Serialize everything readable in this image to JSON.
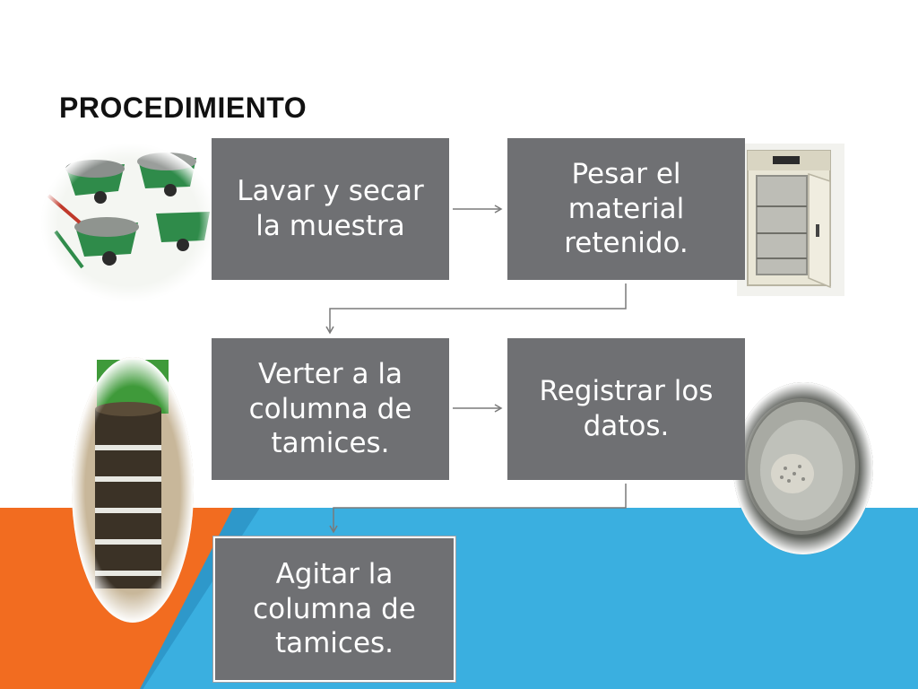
{
  "slide": {
    "title": "PROCEDIMIENTO",
    "steps": [
      {
        "text": "Lavar y secar la muestra"
      },
      {
        "text": "Pesar el material retenido."
      },
      {
        "text": "Verter a la columna de tamices."
      },
      {
        "text": "Registrar los datos."
      },
      {
        "text": "Agitar la columna de tamices."
      }
    ],
    "images": [
      {
        "icon": "wheelbarrows-icon"
      },
      {
        "icon": "drying-oven-icon"
      },
      {
        "icon": "sieve-column-icon"
      },
      {
        "icon": "sample-pan-icon"
      }
    ],
    "colors": {
      "step_box": "#6f7073",
      "band_blue": "#3aafe0",
      "band_orange": "#f26c20",
      "connector": "#7a7a7a"
    }
  }
}
